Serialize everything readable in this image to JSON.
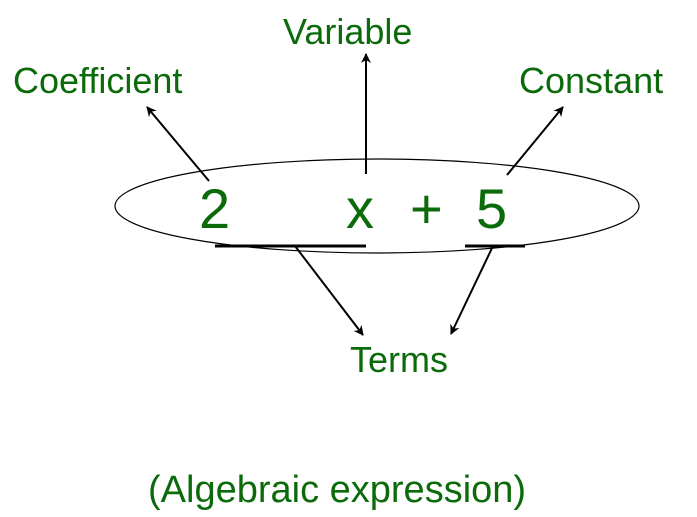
{
  "labels": {
    "coefficient": "Coefficient",
    "variable": "Variable",
    "constant": "Constant",
    "terms": "Terms",
    "caption": "(Algebraic expression)"
  },
  "expression": {
    "coefficient": "2",
    "variable": "x",
    "operator": "+",
    "constant": "5"
  },
  "colors": {
    "text": "#0b6b0b",
    "lines": "#000000"
  }
}
